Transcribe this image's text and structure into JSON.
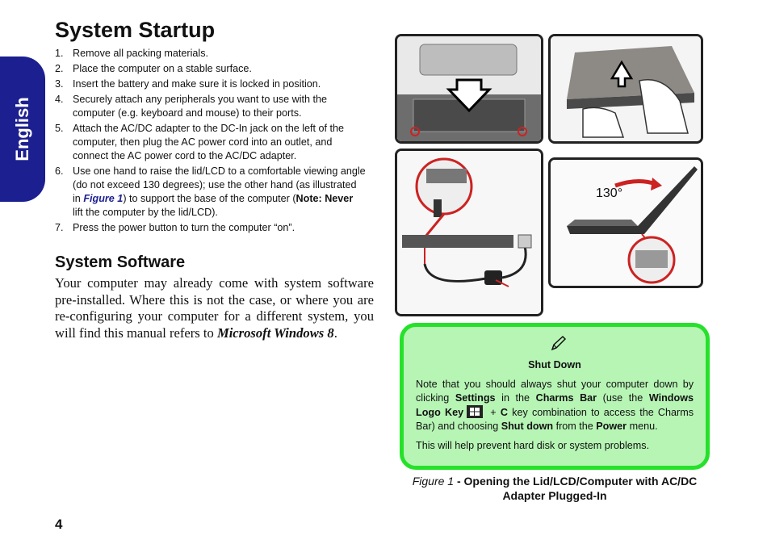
{
  "tab_label": "English",
  "title": "System Startup",
  "steps": [
    {
      "num": "1.",
      "text": "Remove all packing materials."
    },
    {
      "num": "2.",
      "text": "Place the computer on a stable surface."
    },
    {
      "num": "3.",
      "text": "Insert the battery and make sure it is locked in position."
    },
    {
      "num": "4.",
      "text": "Securely attach any peripherals you want to use with the computer (e.g. keyboard and mouse) to their ports."
    },
    {
      "num": "5.",
      "text": "Attach the AC/DC adapter to the DC-In jack on the left of the computer, then plug the AC power cord into an outlet, and connect the AC power cord to the AC/DC adapter."
    },
    {
      "num": "6.",
      "text_a": "Use one hand to raise the lid/LCD to a comfortable viewing angle (do not exceed 130 degrees); use the other hand (as illustrated in ",
      "link": "Figure 1",
      "text_b": ") to support the base of the computer (",
      "bold": "Note: Never",
      "text_c": " lift the computer by the lid/LCD)."
    },
    {
      "num": "7.",
      "text": "Press the power button to turn the computer “on”."
    }
  ],
  "software_title": "System Software",
  "software_text_a": "Your computer may already come with system software pre-installed. Where this is not the case, or where you are re-configuring your computer for a different system, you will find this manual refers to ",
  "software_text_em": "Microsoft Windows 8",
  "software_text_b": ".",
  "angle_label": "130°",
  "note": {
    "title": "Shut Down",
    "p1_a": "Note that you should always shut your computer down by clicking ",
    "p1_settings": "Settings",
    "p1_b": " in the ",
    "p1_charms": "Charms Bar",
    "p1_c": " (use the ",
    "p1_winlogo": "Windows Logo Key",
    "p1_d": " + ",
    "p1_c_key": "C",
    "p1_e": " key combination to access the Charms Bar) and choosing ",
    "p1_shutdown": "Shut down",
    "p1_f": " from the ",
    "p1_power": "Power",
    "p1_g": " menu.",
    "p2": "This will help prevent hard disk or system problems."
  },
  "caption_italic": "Figure 1",
  "caption_rest": " - Opening the Lid/LCD/Computer with AC/DC Adapter Plugged-In",
  "page_number": "4",
  "colors": {
    "tab": "#1c1f8f",
    "note_bg": "#b7f5b5",
    "note_border": "#26e12a",
    "arrow": "#cc2222"
  }
}
